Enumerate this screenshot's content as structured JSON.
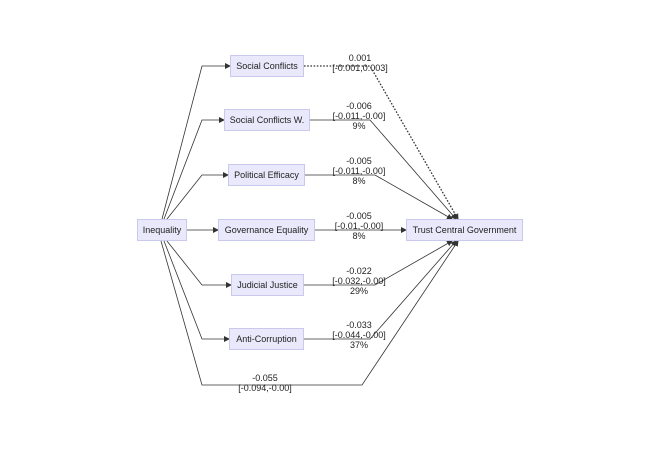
{
  "nodes": {
    "inequality": "Inequality",
    "social_conflicts": "Social Conflicts",
    "social_conflicts_w": "Social Conflicts W.",
    "political_efficacy": "Political Efficacy",
    "governance_equality": "Governance Equality",
    "judicial_justice": "Judicial Justice",
    "anti_corruption": "Anti-Corruption",
    "trust": "Trust Central Government"
  },
  "effects": {
    "social_conflicts": {
      "estimate": "0.001",
      "ci": "[-0.001,0.003]",
      "share": ""
    },
    "social_conflicts_w": {
      "estimate": "-0.006",
      "ci": "[-0.011,-0.00]",
      "share": "9%"
    },
    "political_efficacy": {
      "estimate": "-0.005",
      "ci": "[-0.011,-0.00]",
      "share": "8%"
    },
    "governance_equality": {
      "estimate": "-0.005",
      "ci": "[-0.01,-0.00]",
      "share": "8%"
    },
    "judicial_justice": {
      "estimate": "-0.022",
      "ci": "[-0.032,-0.00]",
      "share": "29%"
    },
    "anti_corruption": {
      "estimate": "-0.033",
      "ci": "[-0.044,-0.00]",
      "share": "37%"
    },
    "direct": {
      "estimate": "-0.055",
      "ci": "[-0.094,-0.00]"
    }
  },
  "colors": {
    "node_fill": "#e9e9fb",
    "node_border": "#c9c9ee",
    "line": "#333333"
  }
}
